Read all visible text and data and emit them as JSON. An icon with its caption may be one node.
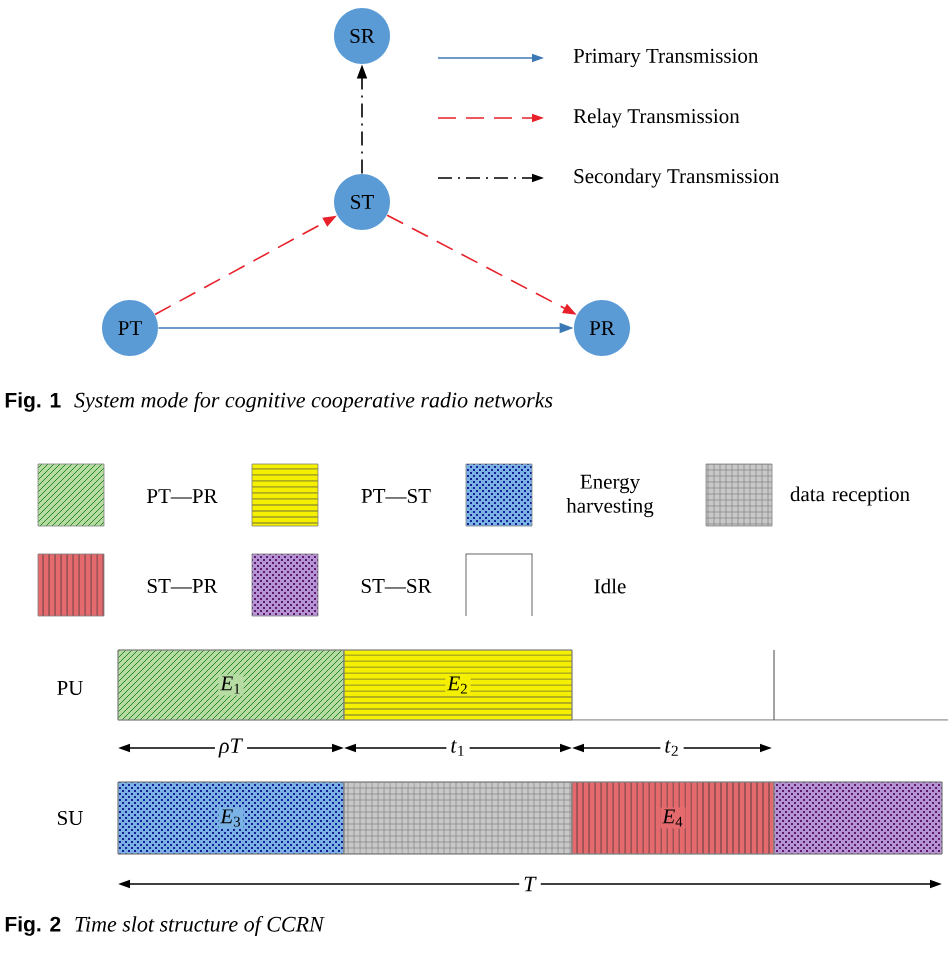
{
  "diagram": {
    "nodes": [
      {
        "text": [
          "SR"
        ]
      },
      {
        "text": [
          "ST"
        ]
      },
      {
        "text": [
          "PT"
        ]
      },
      {
        "text": [
          "PR"
        ]
      },
      {
        "text": [
          "*E*$_{1}$"
        ]
      },
      {
        "text": [
          "*E*$_{2}$"
        ]
      },
      {
        "text": [
          "*E*$_{3}$"
        ]
      },
      {
        "text": [],
        "shape": "bar"
      },
      {
        "text": [
          "*E*$_{4}$"
        ]
      },
      {
        "text": [],
        "shape": "bar"
      }
    ],
    "edges": [
      {
        "from": 1,
        "to": 0,
        "arrow": "to",
        "style": "dashed",
        "color": "#000000"
      },
      {
        "from": 2,
        "to": 1,
        "arrow": "to",
        "style": "dashed",
        "color": "#e8202a"
      },
      {
        "from": 1,
        "to": 3,
        "arrow": "to",
        "style": "dashed",
        "color": "#e8202a"
      },
      {
        "from": 2,
        "to": 3,
        "arrow": "to",
        "color": "#3c78b4"
      }
    ],
    "labels": [
      "Fig. 1",
      "System mode for cognitive cooperative radio networks",
      "PU",
      "*ρT*",
      "*t*$_{1}$",
      "*t*$_{2}$",
      "SU",
      "*T*",
      "Fig. 2",
      "Time slot structure of CCRN"
    ],
    "legend": [
      {
        "text": "Primary Transmission"
      },
      {
        "text": "Relay Transmission"
      },
      {
        "text": "Secondary Transmission"
      },
      {
        "text": "PT—PR",
        "color": "#b6dca4"
      },
      {
        "text": "PT—ST",
        "color": "#f4f000"
      },
      {
        "text": "Energy harvesting",
        "color": "#7ab2e6"
      },
      {
        "text": "data reception",
        "color": "#c8c8c8"
      },
      {
        "text": "ST—PR",
        "color": "#e46a6e"
      },
      {
        "text": "ST—SR",
        "color": "#b494d4"
      },
      {
        "text": "Idle"
      }
    ]
  }
}
